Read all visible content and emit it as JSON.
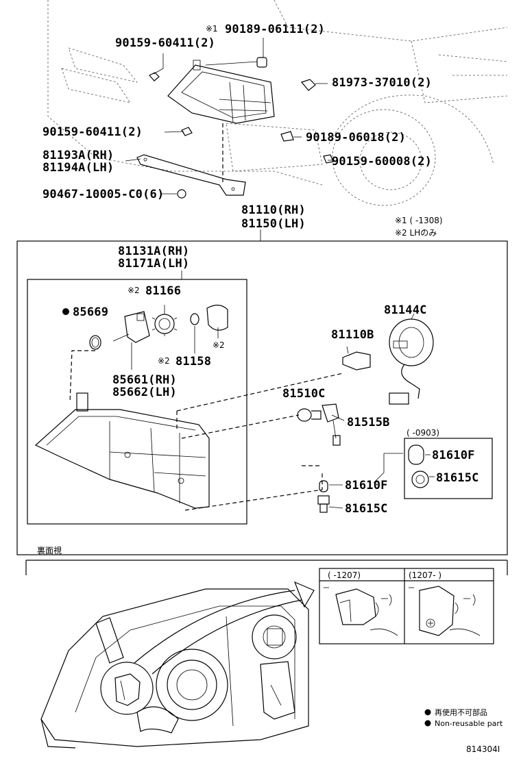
{
  "top": {
    "note1_part": "90189-06111(2)",
    "bolt_upper": "90159-60411(2)",
    "clip_right": "81973-37010(2)",
    "bolt_lower": "90159-60411(2)",
    "nut_right": "90189-06018(2)",
    "bracket_rh": "81193A(RH)",
    "bracket_lh": "81194A(LH)",
    "screw_right": "90159-60008(2)",
    "clip_lower": "90467-10005-C0(6)",
    "assy_rh": "81110(RH)",
    "assy_lh": "81150(LH)",
    "footnote1": "※1 (     -1308)",
    "footnote2": "※2 LHのみ"
  },
  "box": {
    "unit_rh": "81131A(RH)",
    "unit_lh": "81171A(LH)",
    "p81166": "81166",
    "p85669": "85669",
    "p81144c": "81144C",
    "p81110b": "81110B",
    "p81158": "81158",
    "mark2": "※2",
    "socket_rh": "85661(RH)",
    "socket_lh": "85662(LH)",
    "p81510c": "81510C",
    "p81515b": "81515B",
    "range_0903": "(     -0903)",
    "p81610f_a": "81610F",
    "p81615c_a": "81615C",
    "p81610f_b": "81610F",
    "p81615c_b": "81615C"
  },
  "rear": {
    "title": "裏面視",
    "range_a": "(     -1207)",
    "range_b": "(1207-     )"
  },
  "legend": {
    "jp": "再使用不可部品",
    "en": "Non-reusable part"
  },
  "diagram_id": "814304I"
}
